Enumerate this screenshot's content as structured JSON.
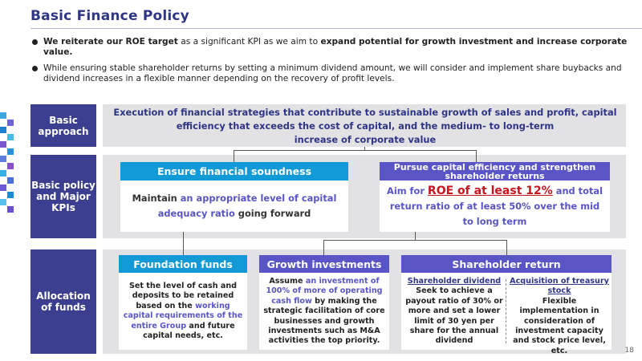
{
  "title": "Basic Finance Policy",
  "bullets": {
    "b1": {
      "p1": "We reiterate our ROE target",
      "p2": " as a significant KPI as we aim to ",
      "p3": "expand potential for growth investment and increase corporate value."
    },
    "b2": {
      "p1": "While ensuring stable shareholder returns by setting a minimum dividend amount, we will consider and implement share buybacks and dividend increases in a flexible manner depending on the recovery of profit levels."
    }
  },
  "rows": {
    "approach_label": "Basic approach",
    "policy_label": "Basic policy and Major KPIs",
    "allocation_label": "Allocation of funds"
  },
  "approach": {
    "line1": "Execution of financial strategies that contribute to sustainable growth of sales and profit, capital",
    "line2": "efficiency that exceeds the cost of capital, and the medium- to long-term",
    "line3": "increase of corporate value"
  },
  "policy": {
    "left_head": "Ensure financial soundness",
    "left": {
      "p1": "Maintain ",
      "p2": "an appropriate level of capital adequacy ratio",
      "p3": " going forward"
    },
    "right_head": "Pursue capital efficiency and strengthen shareholder returns",
    "right": {
      "p1": "Aim for ",
      "p2": "ROE of at least 12%",
      "p3": " and total return ratio of at least 50% over the mid to long term"
    }
  },
  "allocation": {
    "foundation_head": "Foundation funds",
    "foundation": {
      "p1": "Set the level of cash and deposits to be retained based on the ",
      "p2": "working capital requirements of the entire Group",
      "p3": " and future capital needs, etc."
    },
    "growth_head": "Growth investments",
    "growth": {
      "p1": "Assume ",
      "p2": "an investment of 100% of more of operating cash flow",
      "p3": " by making the strategic facilitation of core businesses and growth investments such as M&A activities the top priority."
    },
    "return_head": "Shareholder return",
    "dividend_title": "Shareholder dividend",
    "dividend_text": "Seek to achieve a payout ratio of 30% or more and set a lower limit of 30 yen per share for the annual dividend",
    "buyback_title": "Acquisition of treasury stock",
    "buyback_text": "Flexible implementation in consideration of investment capacity and stock price level, etc."
  },
  "page_number": "18",
  "colors": {
    "navy": "#3c3f8f",
    "title": "#2f3585",
    "cyan": "#129ad6",
    "purple": "#5a55c6",
    "red": "#c8141e",
    "panel_gray": "#e2e2e4"
  }
}
